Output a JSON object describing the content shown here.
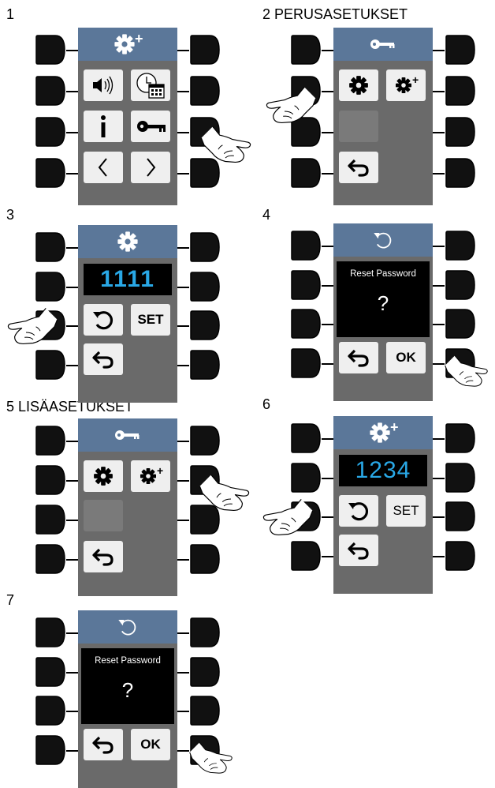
{
  "steps": [
    {
      "label": "1"
    },
    {
      "label": "2 PERUSASETUKSET"
    },
    {
      "label": "3"
    },
    {
      "label": "4"
    },
    {
      "label": "5 LISÄASETUKSET"
    },
    {
      "label": "6"
    },
    {
      "label": "7"
    }
  ],
  "panel3": {
    "code": "1111",
    "set": "SET"
  },
  "panel4": {
    "message": "Reset Password",
    "question": "?",
    "ok": "OK"
  },
  "panel6": {
    "code": "1234",
    "set": "SET"
  },
  "panel7": {
    "message": "Reset Password",
    "question": "?",
    "ok": "OK"
  },
  "icons": {
    "header_settings_plus": "gear-plus-icon",
    "header_key": "key-icon",
    "header_gear": "gear-icon",
    "header_reset": "reset-icon",
    "back": "back-arrow-icon",
    "pointer": "pointing-hand-icon"
  },
  "colors": {
    "header": "#5b7799",
    "screen": "#6a6a6a",
    "tile": "#efefef",
    "code_text": "#29a8e6",
    "button": "#111111"
  }
}
